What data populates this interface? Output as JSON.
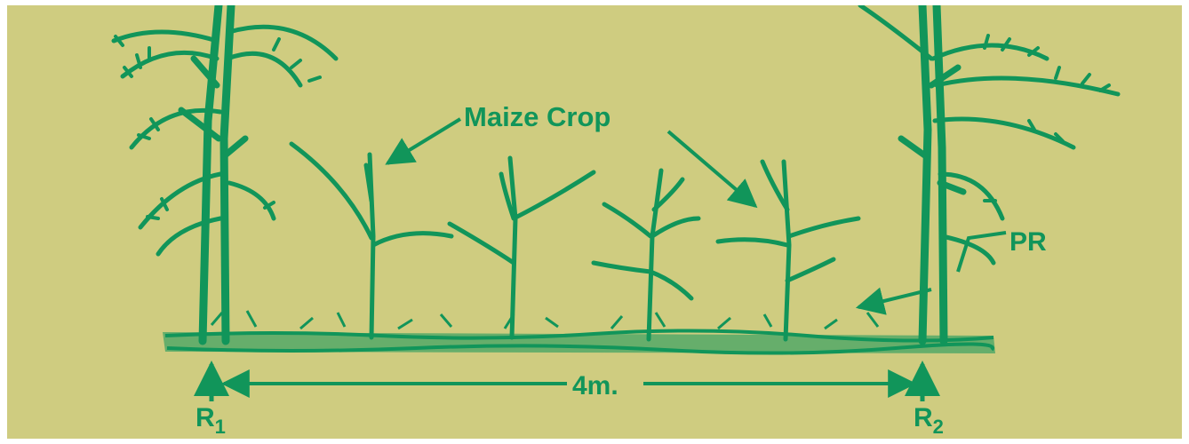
{
  "labels": {
    "crop": "Maize Crop",
    "spacing": "4m.",
    "pruned": "PR",
    "row1": "R",
    "row1_sub": "1",
    "row2": "R",
    "row2_sub": "2"
  },
  "colors": {
    "background": "#cfcc80",
    "ink": "#11955a"
  }
}
